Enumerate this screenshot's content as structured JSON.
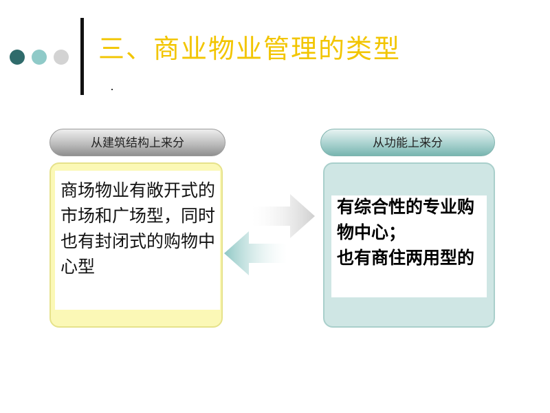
{
  "slide": {
    "title": "三、商业物业管理的类型"
  },
  "left_panel": {
    "header": "从建筑结构上来分",
    "body": "商场物业有敞开式的市场和广场型，同时也有封闭式的购物中心型"
  },
  "right_panel": {
    "header": "从功能上来分",
    "body_lines": [
      "有综合性的专业购物中心；",
      "也有商住两用型的"
    ]
  },
  "colors": {
    "title": "#f2c500",
    "dot_dark": "#2f6b6b",
    "dot_mid": "#8fcac8",
    "dot_light": "#d3d3d3",
    "left_box": "#fbf8b6",
    "right_box": "#cfe6e4"
  }
}
